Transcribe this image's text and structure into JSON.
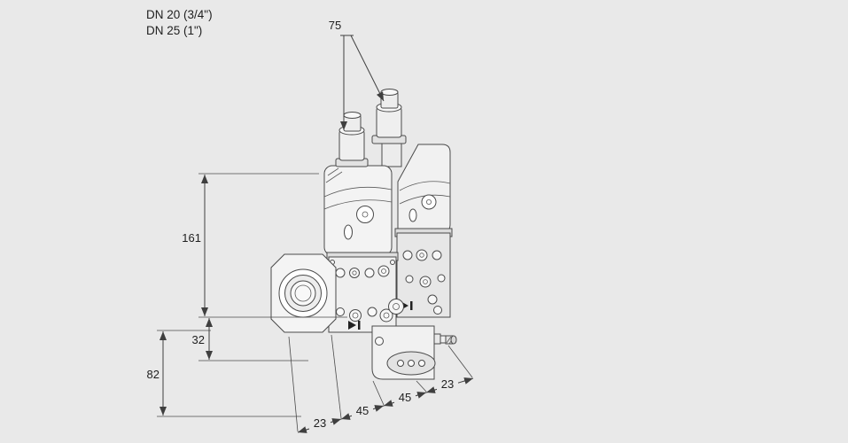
{
  "page": {
    "background_color": "#e9e9e9",
    "line_color": "#3f3f3f"
  },
  "drawing": {
    "description": "double-solenoid-gas-valve-dimension-drawing",
    "port_sizes": {
      "line1": "DN 20 (3/4\")",
      "line2": "DN 25 (1\")"
    },
    "dimensions": {
      "top_span": "75",
      "height_upper": "161",
      "height_mid": "32",
      "height_lower": "82",
      "bottom_left": "23",
      "bottom_mid_left": "45",
      "bottom_mid_right": "45",
      "bottom_right": "23"
    }
  }
}
